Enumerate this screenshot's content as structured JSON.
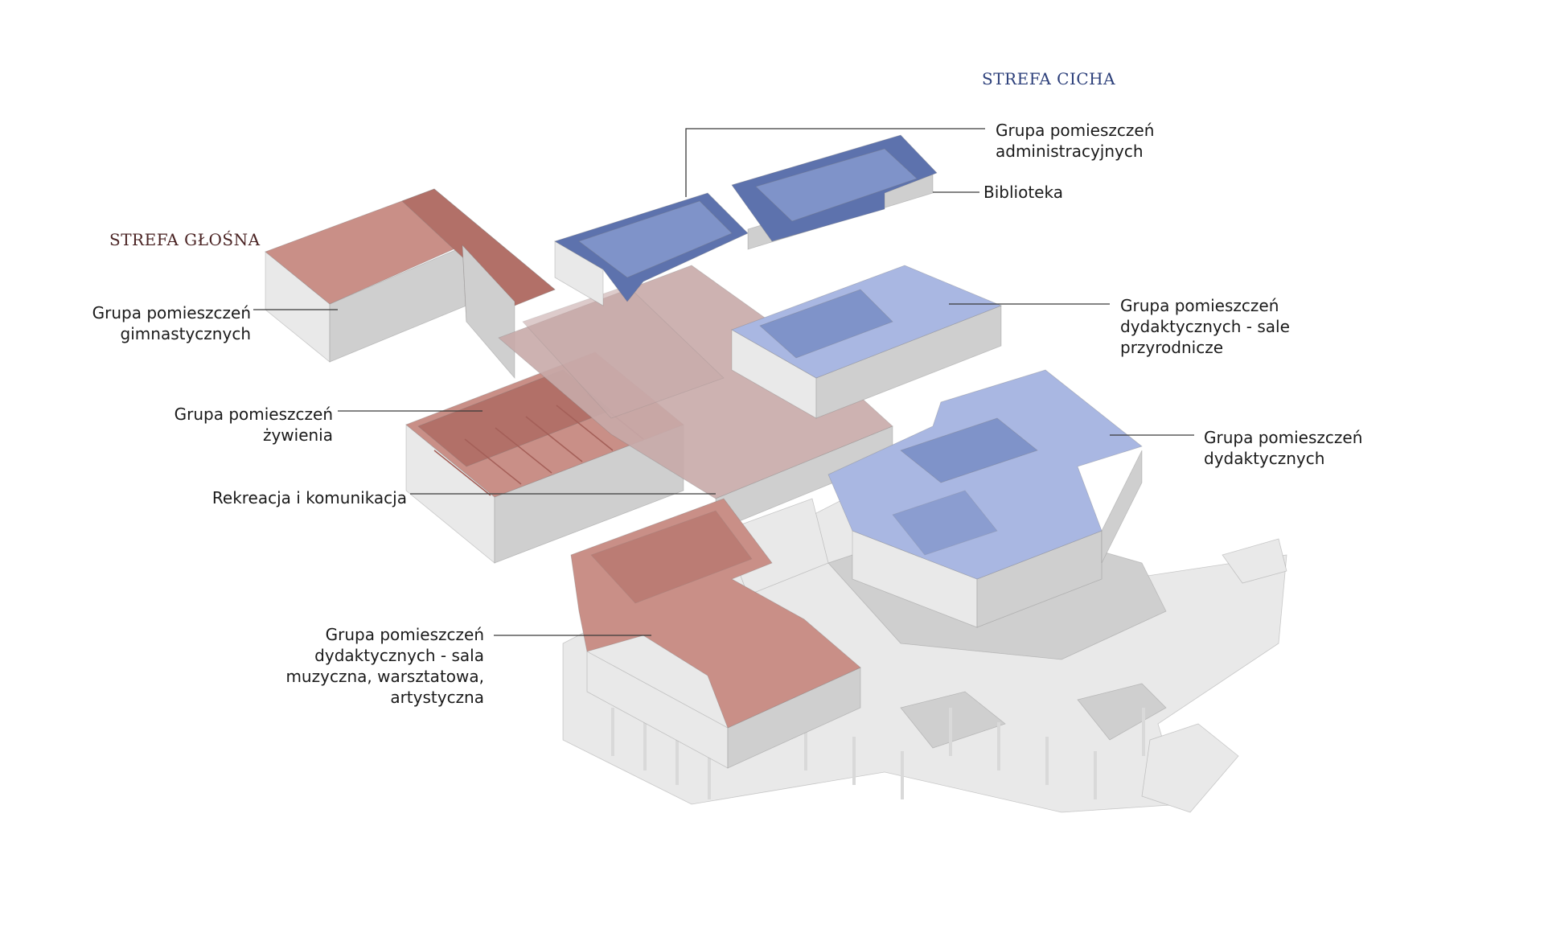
{
  "zones": {
    "quiet": {
      "title": "STREFA CICHA",
      "color": "#2c3f7a"
    },
    "loud": {
      "title": "STREFA GŁOŚNA",
      "color": "#4a2323"
    }
  },
  "labels": {
    "administration": {
      "lines": [
        "Grupa pomieszczeń",
        "administracyjnych"
      ],
      "zone": "quiet"
    },
    "library": {
      "lines": [
        "Biblioteka"
      ],
      "zone": "quiet"
    },
    "science": {
      "lines": [
        "Grupa pomieszczeń",
        "dydaktycznych - sale",
        "przyrodnicze"
      ],
      "zone": "quiet"
    },
    "didactic": {
      "lines": [
        "Grupa pomieszczeń",
        "dydaktycznych"
      ],
      "zone": "quiet"
    },
    "gym": {
      "lines": [
        "Grupa pomieszczeń",
        "gimnastycznych"
      ],
      "zone": "loud"
    },
    "dining": {
      "lines": [
        "Grupa pomieszczeń",
        "żywienia"
      ],
      "zone": "loud"
    },
    "recreation": {
      "lines": [
        "Rekreacja i komunikacja"
      ],
      "zone": "loud"
    },
    "arts": {
      "lines": [
        "Grupa pomieszczeń",
        "dydaktycznych - sala",
        "muzyczna, warsztatowa,",
        "artystyczna"
      ],
      "zone": "loud"
    }
  },
  "colors": {
    "red_zone": "#c98f87",
    "red_zone_dark": "#b27068",
    "blue_zone": "#7f93c9",
    "blue_zone_light": "#a9b7e2",
    "blue_zone_dark": "#5d72ad",
    "structure": "#e9e9e9",
    "structure_shadow": "#cfcfcf",
    "recreation": "#c8aaa9"
  }
}
